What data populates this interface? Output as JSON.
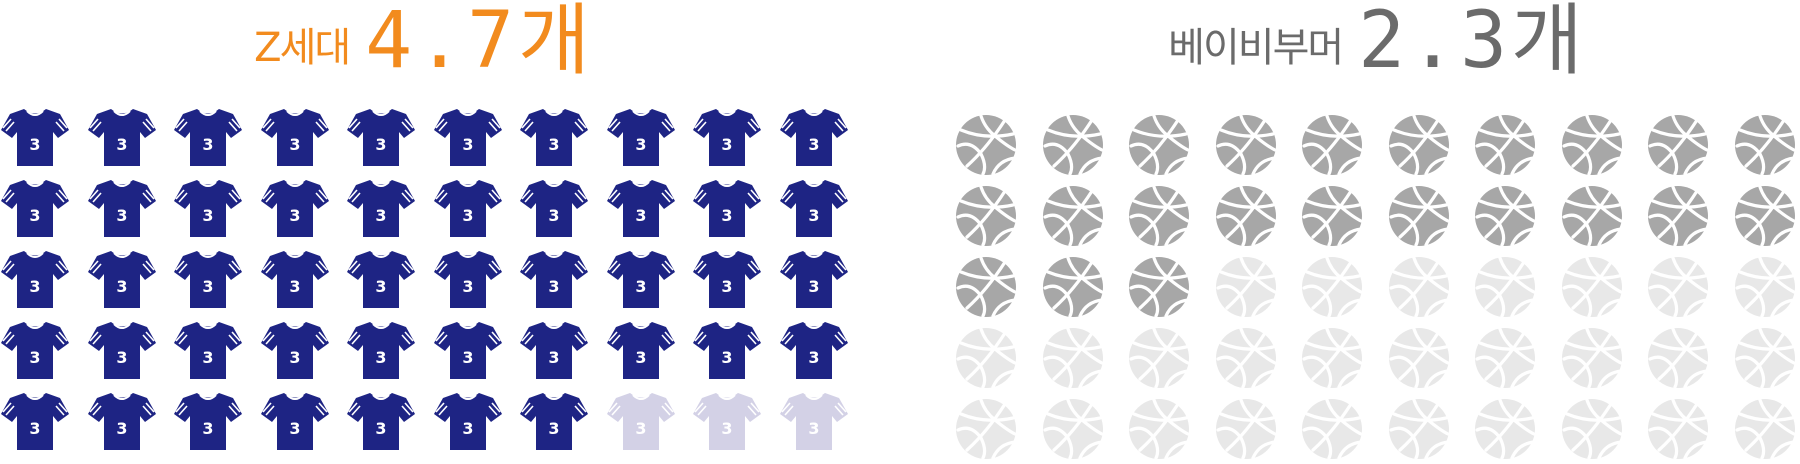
{
  "colors": {
    "accent": "#F28B1E",
    "gray_text": "#6B6B6B",
    "jersey_filled": "#1E2484",
    "jersey_empty": "#D3D1E6",
    "ball_filled": "#A7A7A7",
    "ball_empty": "#E8E8E8"
  },
  "left": {
    "label": "Z세대",
    "value": "4.7개",
    "icon": "jersey-icon",
    "jersey_number": "3"
  },
  "right": {
    "label": "베이비부머",
    "value": "2.3개",
    "icon": "basketball-icon"
  },
  "chart_data": [
    {
      "type": "pictograph",
      "title": "Z세대 4.7개",
      "category": "Z세대",
      "value": 4.7,
      "icon": "jersey-icon",
      "units_total": 50,
      "units_filled": 47,
      "grid": {
        "rows": 5,
        "cols": 10
      }
    },
    {
      "type": "pictograph",
      "title": "베이비부머 2.3개",
      "category": "베이비부머",
      "value": 2.3,
      "icon": "basketball-icon",
      "units_total": 50,
      "units_filled": 23,
      "grid": {
        "rows": 5,
        "cols": 10
      }
    }
  ]
}
